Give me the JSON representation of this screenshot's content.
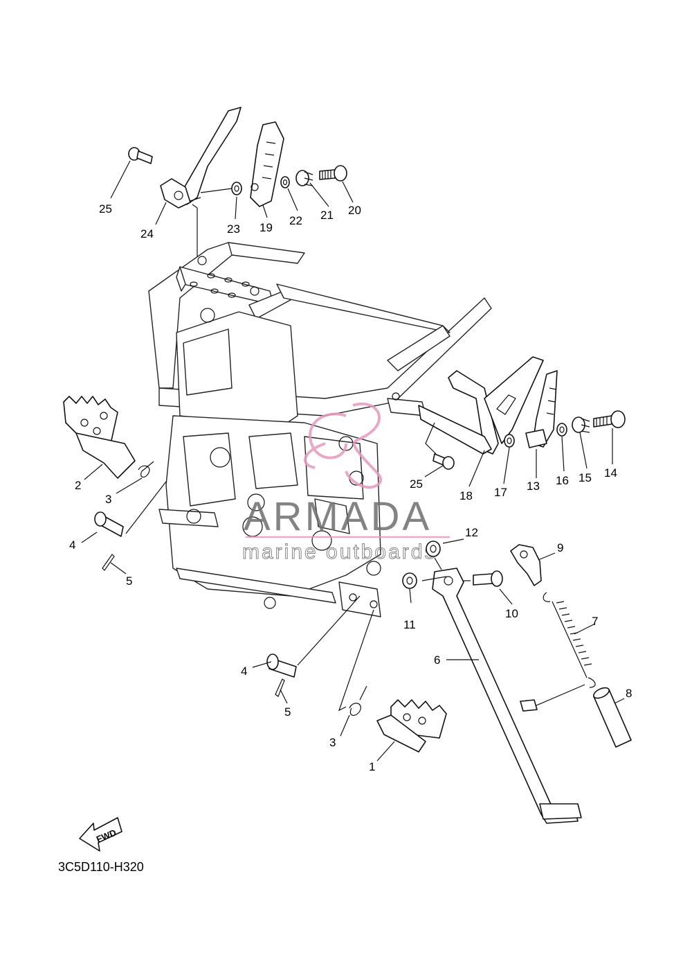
{
  "diagram_code": "3C5D110-H320",
  "direction_label": "FWD",
  "watermark": {
    "name": "ARMADA",
    "tagline": "marine outboards",
    "accent_color": "#e79ac0",
    "text_color": "#6e6e6e"
  },
  "callouts": [
    {
      "id": "1"
    },
    {
      "id": "2"
    },
    {
      "id": "3a",
      "label": "3"
    },
    {
      "id": "3b",
      "label": "3"
    },
    {
      "id": "4a",
      "label": "4"
    },
    {
      "id": "4b",
      "label": "4"
    },
    {
      "id": "5a",
      "label": "5"
    },
    {
      "id": "5b",
      "label": "5"
    },
    {
      "id": "6"
    },
    {
      "id": "7"
    },
    {
      "id": "8"
    },
    {
      "id": "9"
    },
    {
      "id": "10"
    },
    {
      "id": "11"
    },
    {
      "id": "12"
    },
    {
      "id": "13"
    },
    {
      "id": "14"
    },
    {
      "id": "15"
    },
    {
      "id": "16"
    },
    {
      "id": "17"
    },
    {
      "id": "18"
    },
    {
      "id": "19"
    },
    {
      "id": "20"
    },
    {
      "id": "21"
    },
    {
      "id": "22"
    },
    {
      "id": "23"
    },
    {
      "id": "24"
    },
    {
      "id": "25a",
      "label": "25"
    },
    {
      "id": "25b",
      "label": "25"
    }
  ]
}
